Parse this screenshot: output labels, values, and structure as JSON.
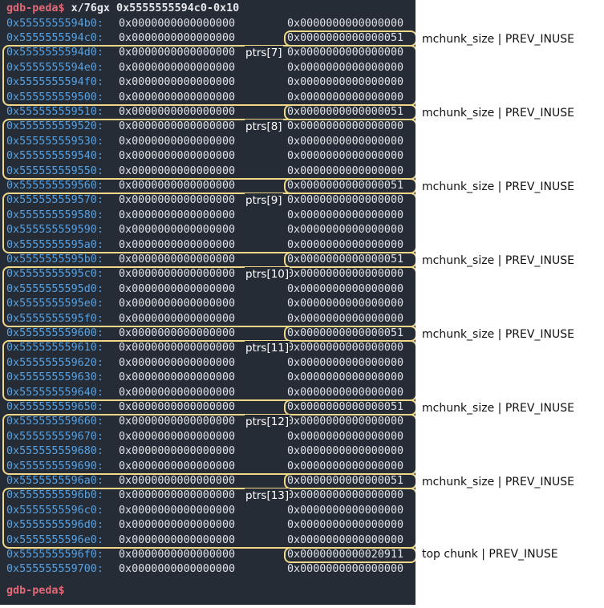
{
  "prompt": "gdb-peda$",
  "command": "x/76gx 0x5555555594c0-0x10",
  "rows": [
    {
      "addr": "0x5555555594b0:",
      "w1": "0x0000000000000000",
      "w2": "0x0000000000000000"
    },
    {
      "addr": "0x5555555594c0:",
      "w1": "0x0000000000000000",
      "w2": "0x0000000000000051"
    },
    {
      "addr": "0x5555555594d0:",
      "w1": "0x0000000000000000",
      "w2": "0x0000000000000000"
    },
    {
      "addr": "0x5555555594e0:",
      "w1": "0x0000000000000000",
      "w2": "0x0000000000000000"
    },
    {
      "addr": "0x5555555594f0:",
      "w1": "0x0000000000000000",
      "w2": "0x0000000000000000"
    },
    {
      "addr": "0x555555559500:",
      "w1": "0x0000000000000000",
      "w2": "0x0000000000000000"
    },
    {
      "addr": "0x555555559510:",
      "w1": "0x0000000000000000",
      "w2": "0x0000000000000051"
    },
    {
      "addr": "0x555555559520:",
      "w1": "0x0000000000000000",
      "w2": "0x0000000000000000"
    },
    {
      "addr": "0x555555559530:",
      "w1": "0x0000000000000000",
      "w2": "0x0000000000000000"
    },
    {
      "addr": "0x555555559540:",
      "w1": "0x0000000000000000",
      "w2": "0x0000000000000000"
    },
    {
      "addr": "0x555555559550:",
      "w1": "0x0000000000000000",
      "w2": "0x0000000000000000"
    },
    {
      "addr": "0x555555559560:",
      "w1": "0x0000000000000000",
      "w2": "0x0000000000000051"
    },
    {
      "addr": "0x555555559570:",
      "w1": "0x0000000000000000",
      "w2": "0x0000000000000000"
    },
    {
      "addr": "0x555555559580:",
      "w1": "0x0000000000000000",
      "w2": "0x0000000000000000"
    },
    {
      "addr": "0x555555559590:",
      "w1": "0x0000000000000000",
      "w2": "0x0000000000000000"
    },
    {
      "addr": "0x5555555595a0:",
      "w1": "0x0000000000000000",
      "w2": "0x0000000000000000"
    },
    {
      "addr": "0x5555555595b0:",
      "w1": "0x0000000000000000",
      "w2": "0x0000000000000051"
    },
    {
      "addr": "0x5555555595c0:",
      "w1": "0x0000000000000000",
      "w2": "0x0000000000000000"
    },
    {
      "addr": "0x5555555595d0:",
      "w1": "0x0000000000000000",
      "w2": "0x0000000000000000"
    },
    {
      "addr": "0x5555555595e0:",
      "w1": "0x0000000000000000",
      "w2": "0x0000000000000000"
    },
    {
      "addr": "0x5555555595f0:",
      "w1": "0x0000000000000000",
      "w2": "0x0000000000000000"
    },
    {
      "addr": "0x555555559600:",
      "w1": "0x0000000000000000",
      "w2": "0x0000000000000051"
    },
    {
      "addr": "0x555555559610:",
      "w1": "0x0000000000000000",
      "w2": "0x0000000000000000"
    },
    {
      "addr": "0x555555559620:",
      "w1": "0x0000000000000000",
      "w2": "0x0000000000000000"
    },
    {
      "addr": "0x555555559630:",
      "w1": "0x0000000000000000",
      "w2": "0x0000000000000000"
    },
    {
      "addr": "0x555555559640:",
      "w1": "0x0000000000000000",
      "w2": "0x0000000000000000"
    },
    {
      "addr": "0x555555559650:",
      "w1": "0x0000000000000000",
      "w2": "0x0000000000000051"
    },
    {
      "addr": "0x555555559660:",
      "w1": "0x0000000000000000",
      "w2": "0x0000000000000000"
    },
    {
      "addr": "0x555555559670:",
      "w1": "0x0000000000000000",
      "w2": "0x0000000000000000"
    },
    {
      "addr": "0x555555559680:",
      "w1": "0x0000000000000000",
      "w2": "0x0000000000000000"
    },
    {
      "addr": "0x555555559690:",
      "w1": "0x0000000000000000",
      "w2": "0x0000000000000000"
    },
    {
      "addr": "0x5555555596a0:",
      "w1": "0x0000000000000000",
      "w2": "0x0000000000000051"
    },
    {
      "addr": "0x5555555596b0:",
      "w1": "0x0000000000000000",
      "w2": "0x0000000000000000"
    },
    {
      "addr": "0x5555555596c0:",
      "w1": "0x0000000000000000",
      "w2": "0x0000000000000000"
    },
    {
      "addr": "0x5555555596d0:",
      "w1": "0x0000000000000000",
      "w2": "0x0000000000000000"
    },
    {
      "addr": "0x5555555596e0:",
      "w1": "0x0000000000000000",
      "w2": "0x0000000000000000"
    },
    {
      "addr": "0x5555555596f0:",
      "w1": "0x0000000000000000",
      "w2": "0x0000000000020911"
    },
    {
      "addr": "0x555555559700:",
      "w1": "0x0000000000000000",
      "w2": "0x0000000000000000"
    }
  ],
  "chunks": [
    {
      "label": "ptrs[7]",
      "size_note": "mchunk_size | PREV_INUSE"
    },
    {
      "label": "ptrs[8]",
      "size_note": "mchunk_size | PREV_INUSE"
    },
    {
      "label": "ptrs[9]",
      "size_note": "mchunk_size | PREV_INUSE"
    },
    {
      "label": "ptrs[10]",
      "size_note": "mchunk_size | PREV_INUSE"
    },
    {
      "label": "ptrs[11]",
      "size_note": "mchunk_size | PREV_INUSE"
    },
    {
      "label": "ptrs[12]",
      "size_note": "mchunk_size | PREV_INUSE"
    },
    {
      "label": "ptrs[13]",
      "size_note": "mchunk_size | PREV_INUSE"
    }
  ],
  "top_chunk_note": "top chunk | PREV_INUSE",
  "colors": {
    "terminal_bg": "#262c35",
    "prompt": "#e06a78",
    "address": "#5aa0de",
    "value": "#dfe3e8",
    "highlight": "#f1d88a"
  }
}
